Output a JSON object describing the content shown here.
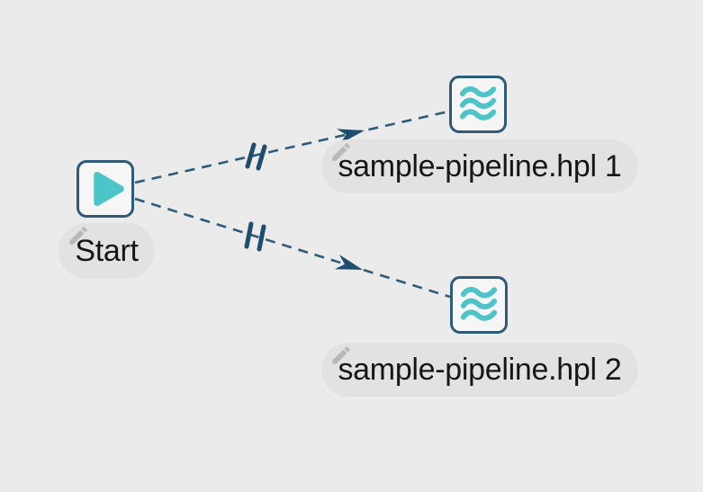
{
  "canvas": {
    "title": "Workflow canvas"
  },
  "colors": {
    "background": "#ebebeb",
    "node-fill": "#f6f6f6",
    "node-border": "#2e5b78",
    "accent-teal": "#4cc4c8",
    "connection": "#2e5b78",
    "marker": "#1f4e6c",
    "pill-bg": "#e2e2e2",
    "text": "#161616",
    "edit-icon": "#a8a8a8"
  },
  "nodes": [
    {
      "id": "start",
      "label": "Start",
      "type": "workflow-start-action",
      "icon": "play-icon"
    },
    {
      "id": "pipeline-1",
      "label": "sample-pipeline.hpl 1",
      "type": "pipeline-action",
      "icon": "waves-icon"
    },
    {
      "id": "pipeline-2",
      "label": "sample-pipeline.hpl 2",
      "type": "pipeline-action",
      "icon": "waves-icon"
    }
  ],
  "connections": [
    {
      "from": "Start",
      "to": "sample-pipeline.hpl 1",
      "line_style": "dashed",
      "marker": "parallel-execution",
      "arrow": "dart"
    },
    {
      "from": "Start",
      "to": "sample-pipeline.hpl 2",
      "line_style": "dashed",
      "marker": "parallel-execution",
      "arrow": "dart"
    }
  ]
}
